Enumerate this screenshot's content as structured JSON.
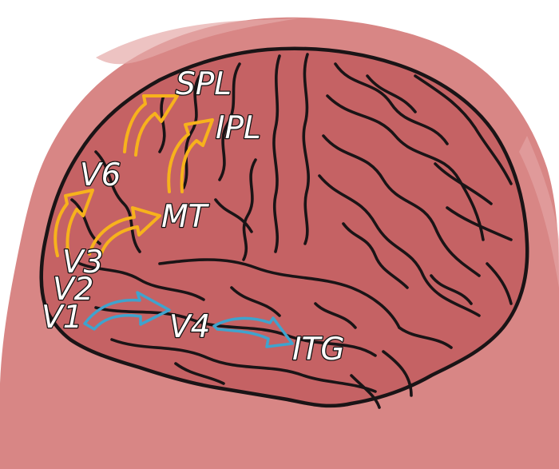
{
  "colors": {
    "head": "#d88685",
    "head_edge": "#e4a3a2",
    "brain": "#c56264",
    "brain_outline": "#1a1416",
    "dorsal_stream": "#f7b21c",
    "ventral_stream": "#3fa3cd",
    "label_fill": "#ffffff",
    "label_stroke": "#111111"
  },
  "labels": {
    "spl": "SPL",
    "ipl": "IPL",
    "v6": "V6",
    "mt": "MT",
    "v3": "V3",
    "v2": "V2",
    "v1": "V1",
    "v4": "V4",
    "itg": "ITG"
  },
  "pathways": {
    "dorsal": [
      {
        "from": "V3",
        "to": "V6"
      },
      {
        "from": "V6",
        "to": "SPL"
      },
      {
        "from": "V3",
        "to": "MT"
      },
      {
        "from": "MT",
        "to": "IPL"
      }
    ],
    "ventral": [
      {
        "from": "V1",
        "to": "V4"
      },
      {
        "from": "V4",
        "to": "ITG"
      }
    ]
  }
}
